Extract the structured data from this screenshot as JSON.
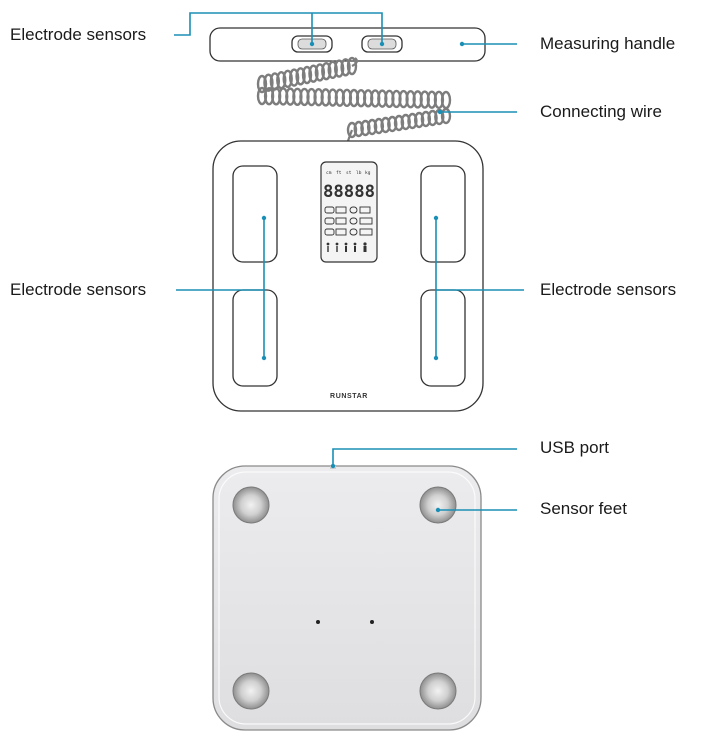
{
  "labels": {
    "electrode_top": "Electrode sensors",
    "handle": "Measuring handle",
    "wire": "Connecting wire",
    "electrode_left": "Electrode sensors",
    "electrode_right": "Electrode sensors",
    "usb": "USB port",
    "feet": "Sensor feet"
  },
  "display": {
    "units": [
      "cm",
      "ft",
      "st",
      "lb",
      "kg"
    ],
    "digits": "88888"
  },
  "brand": "RUNSTAR",
  "colors": {
    "leader": "#1a8fb5",
    "outline": "#333333",
    "back_panel": "#e4e4e6"
  }
}
